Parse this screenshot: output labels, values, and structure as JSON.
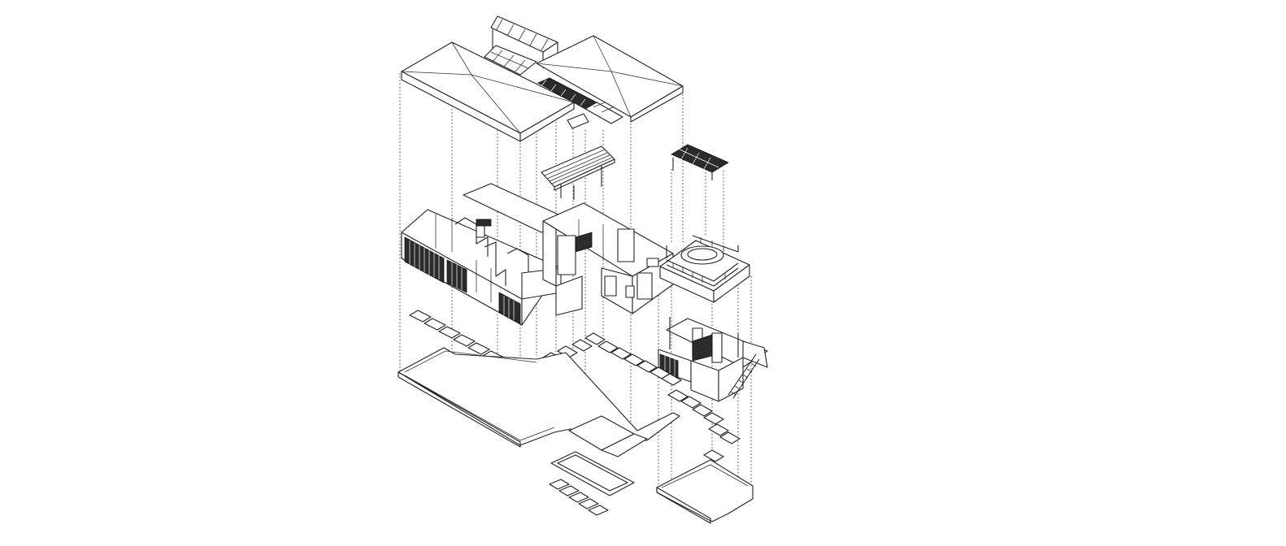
{
  "diagram": {
    "kind": "exploded-axonometric-house",
    "layers": [
      "roof",
      "pergola",
      "first-floor-walls",
      "upper-terrace",
      "stepping-stones",
      "ground-slab",
      "pool"
    ],
    "colors": {
      "background": "#ffffff",
      "line": "#222222",
      "fill_dark": "#2b2b2b"
    }
  }
}
